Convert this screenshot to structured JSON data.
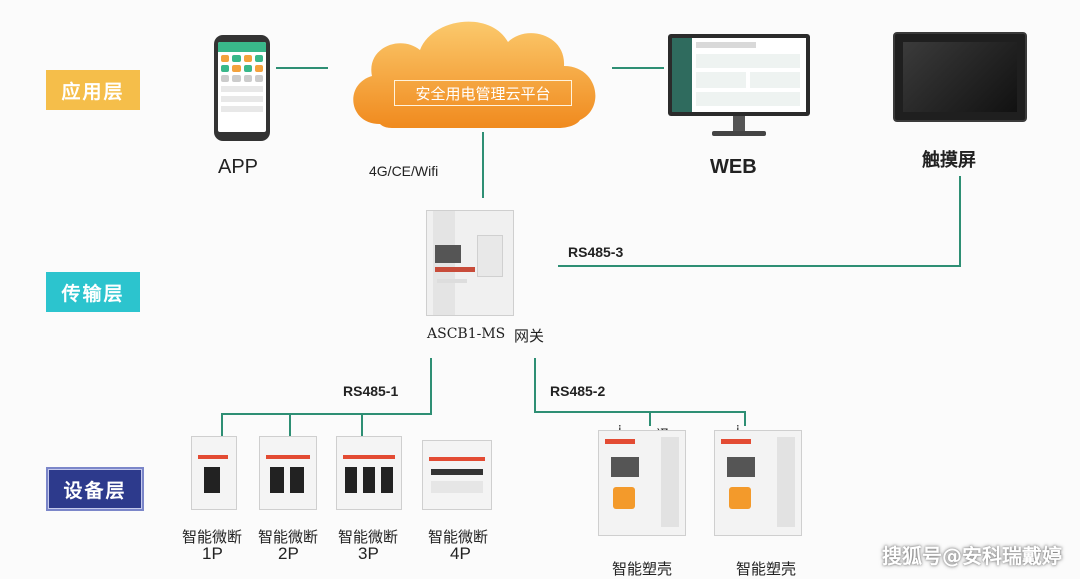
{
  "layers": {
    "application": "应用层",
    "transmission": "传输层",
    "device": "设备层"
  },
  "cloud": {
    "label": "安全用电管理云平台"
  },
  "app": {
    "label": "APP"
  },
  "web": {
    "label": "WEB"
  },
  "touchscreen": {
    "label": "触摸屏"
  },
  "network": {
    "label": "4G/CE/Wifi"
  },
  "gateway": {
    "model": "ASCB1-MS",
    "name": "网关"
  },
  "buses": {
    "rs485_1": "RS485-1",
    "rs485_2": "RS485-2",
    "rs485_3": "RS485-3"
  },
  "breakers": [
    {
      "label": "智能微断",
      "poles": "1P"
    },
    {
      "label": "智能微断",
      "poles": "2P"
    },
    {
      "label": "智能微断",
      "poles": "3P"
    },
    {
      "label": "智能微断",
      "poles": "4P"
    }
  ],
  "mccbs": [
    {
      "label": "智能塑壳",
      "mark_left": "i",
      "mark_right": "译"
    },
    {
      "label": "智能塑壳",
      "mark_left": "i",
      "mark_right": ""
    }
  ],
  "watermark": "搜狐号@安科瑞戴婷",
  "colors": {
    "line": "#2e8f74",
    "cloud": "#f39a2b",
    "app_tag": "#f5be4a",
    "trans_tag": "#2cc4ce",
    "dev_tag": "#2d3a8c"
  }
}
